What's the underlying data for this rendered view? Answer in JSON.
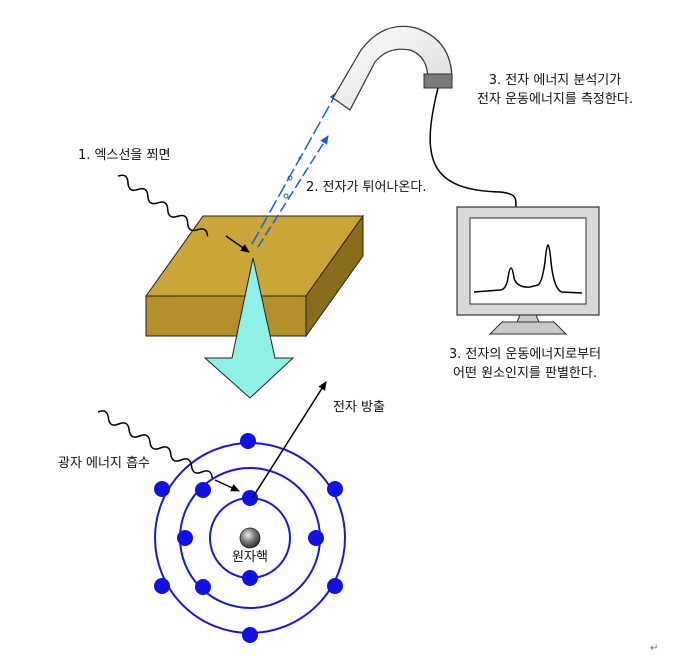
{
  "labels": {
    "step1": "1. 엑스선을 쬐면",
    "step2": "2. 전자가 튀어나온다.",
    "step3_top_line1": "3. 전자 에너지 분석기가",
    "step3_top_line2": "전자 운동에너지를 측정한다.",
    "step3_bottom_line1": "3. 전자의 운동에너지로부터",
    "step3_bottom_line2": "어떤 원소인지를 판별한다.",
    "electron_emission": "전자 방출",
    "photon_absorption": "광자 에너지 흡수",
    "nucleus": "원자핵",
    "corner_mark": "↵"
  },
  "colors": {
    "sample_top": "#c9a53a",
    "sample_front": "#b5902a",
    "sample_side": "#8a6d1c",
    "xps_beam": "#1f5fd6",
    "cone_arrow": "#8ff0e6",
    "orbit": "#1a1acc",
    "electron": "#1212e0",
    "nucleus": "#555555",
    "analyzer_body": "#f2f2f2",
    "monitor_frame": "#d9d9d9"
  }
}
